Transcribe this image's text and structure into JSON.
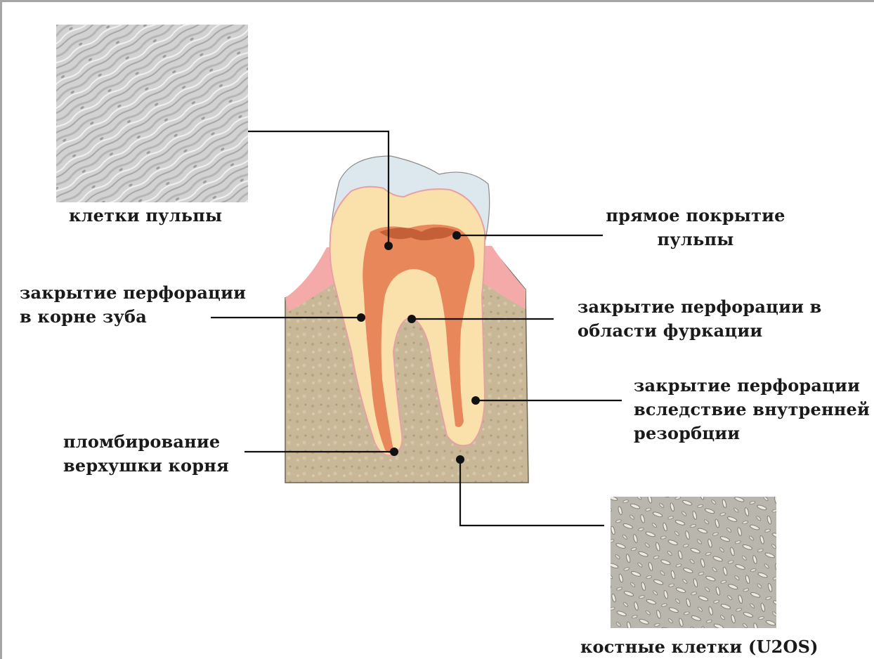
{
  "labels": {
    "pulp_cells": "клетки пульпы",
    "direct_pulp_capping": [
      "прямое покрытие",
      "пульпы"
    ],
    "root_perforation": [
      "закрытие перфорации",
      "в корне зуба"
    ],
    "furcation_perforation": [
      "закрытие перфорации в",
      "области фуркации"
    ],
    "internal_resorption": [
      "закрытие перфорации",
      "вследствие внутренней",
      "резорбции"
    ],
    "root_end_filling": [
      "пломбирование",
      "верхушки корня"
    ],
    "bone_cells": "костные клетки (U2OS)"
  },
  "colors": {
    "enamel": "#dde7ee",
    "dentin": "#fae0aa",
    "pulp": "#e8875a",
    "gum": "#f4aaa8",
    "bone": "#c9b898",
    "leader": "#111111",
    "frame": "#a6a6a6"
  }
}
